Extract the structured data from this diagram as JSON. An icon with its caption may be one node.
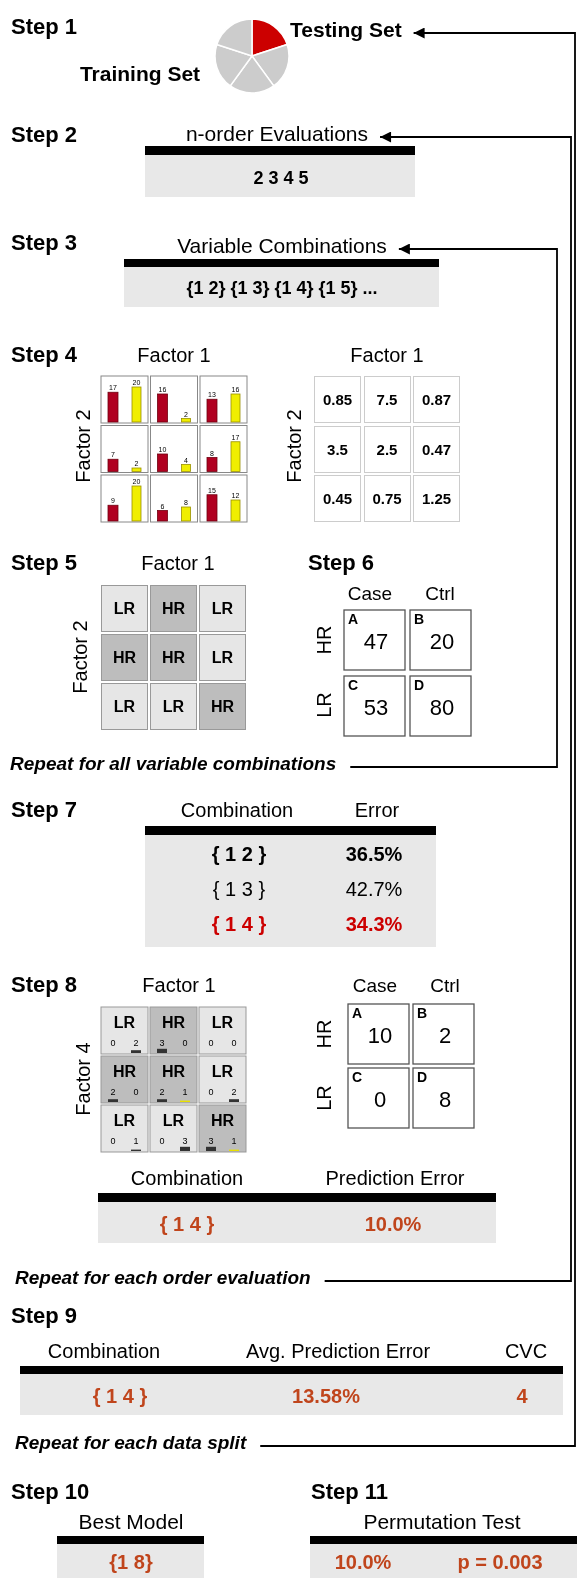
{
  "diagram": {
    "nodes": [
      {
        "text": [
          "Testing Set"
        ]
      },
      {
        "text": [
          "n-order Evaluations"
        ]
      },
      {
        "text": [
          "Variable Combinations"
        ]
      },
      {
        "text": [
          "Repeat for all variable combinations"
        ]
      },
      {
        "text": [
          "Repeat for each order evaluation"
        ]
      },
      {
        "text": [
          "Repeat for each data split"
        ]
      }
    ],
    "edges": [
      {
        "from": 3,
        "to": 2,
        "arrow": "to"
      },
      {
        "from": 4,
        "to": 1,
        "arrow": "to"
      },
      {
        "from": 5,
        "to": 0,
        "arrow": "to"
      }
    ],
    "labels": [
      "Step 1",
      "Training Set",
      "Step 2",
      "2 3 4 5",
      "Step 3",
      "{1 2} {1 3} {1 4} {1 5} ...",
      "Step 4",
      "Factor 1",
      "Factor 2",
      "17",
      "20",
      "16",
      "2",
      "13",
      "16",
      "7",
      "2",
      "10",
      "4",
      "8",
      "17",
      "9",
      "20",
      "6",
      "8",
      "15",
      "12",
      "Factor 1",
      "Factor 2",
      "0.85",
      "7.5",
      "0.87",
      "3.5",
      "2.5",
      "0.47",
      "0.45",
      "0.75",
      "1.25",
      "Step 5",
      "Factor 1",
      "Factor 2",
      "LR",
      "HR",
      "LR",
      "HR",
      "HR",
      "LR",
      "LR",
      "LR",
      "HR",
      "Step 6",
      "Case",
      "Ctrl",
      "HR",
      "A",
      "47",
      "B",
      "20",
      "LR",
      "C",
      "53",
      "D",
      "80",
      "Step 7",
      "Combination",
      "Error",
      "{ 1 2 }",
      "36.5%",
      "{ 1 3 }",
      "42.7%",
      "{ 1 4 }",
      "34.3%",
      "Step 8",
      "Factor 1",
      "Case",
      "Ctrl",
      "Factor 4",
      "LR",
      "HR",
      "LR",
      "HR",
      "HR",
      "LR",
      "LR",
      "LR",
      "HR",
      "0",
      "2",
      "3",
      "0",
      "0",
      "0",
      "2",
      "0",
      "2",
      "1",
      "0",
      "2",
      "0",
      "1",
      "0",
      "3",
      "3",
      "1",
      "HR",
      "A",
      "10",
      "B",
      "2",
      "LR",
      "C",
      "0",
      "D",
      "8",
      "Combination",
      "Prediction Error",
      "{ 1 4 }",
      "10.0%",
      "Step 9",
      "Combination",
      "Avg. Prediction Error",
      "CVC",
      "{ 1 4 }",
      "13.58%",
      "4",
      "Step 10",
      "Best Model",
      "{1 8}",
      "Step 11",
      "Permutation Test",
      "10.0%",
      "p = 0.003"
    ]
  }
}
